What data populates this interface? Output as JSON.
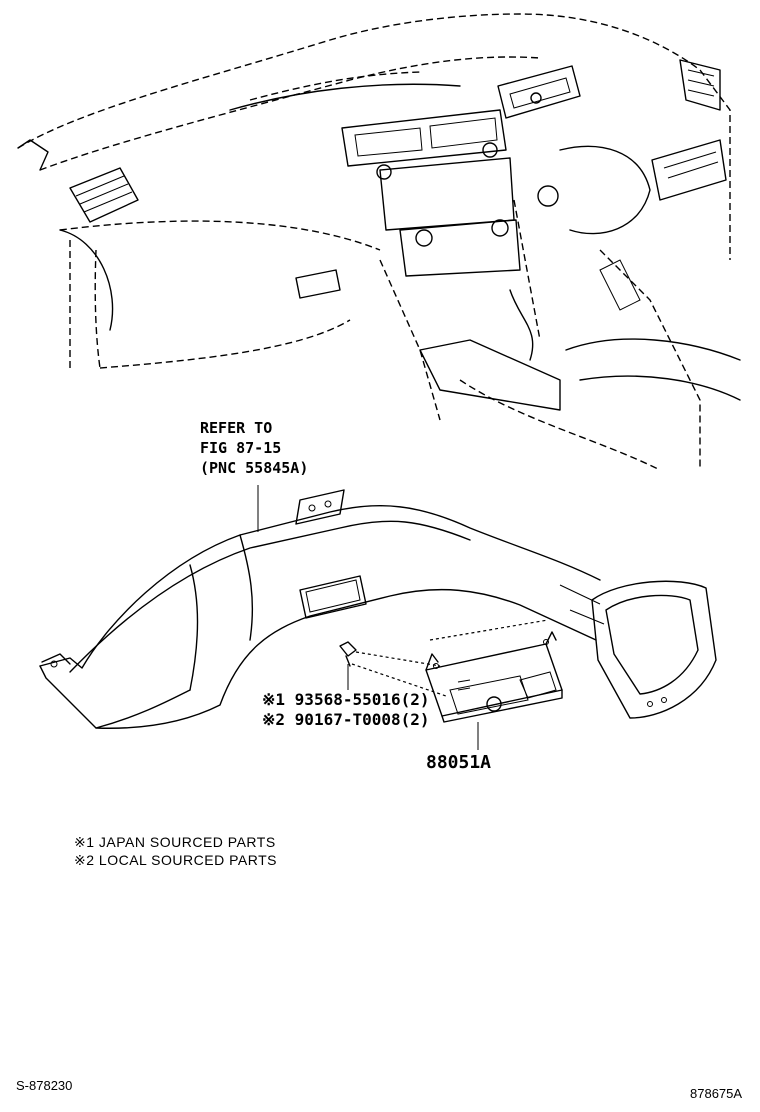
{
  "reference": {
    "line1": "REFER TO",
    "line2": "FIG 87-15",
    "line3": "(PNC 55845A)"
  },
  "parts": {
    "screw_japan": "※1 93568-55016(2)",
    "screw_local": "※2 90167-T0008(2)",
    "unit": "88051A"
  },
  "notes": {
    "note1": "※1 JAPAN SOURCED PARTS",
    "note2": "※2 LOCAL SOURCED PARTS"
  },
  "footer": {
    "left_code": "S-878230",
    "right_code": "878675A"
  },
  "icons": [
    "dashboard-illustration",
    "air-duct-illustration",
    "screw-icon",
    "control-module-illustration"
  ]
}
